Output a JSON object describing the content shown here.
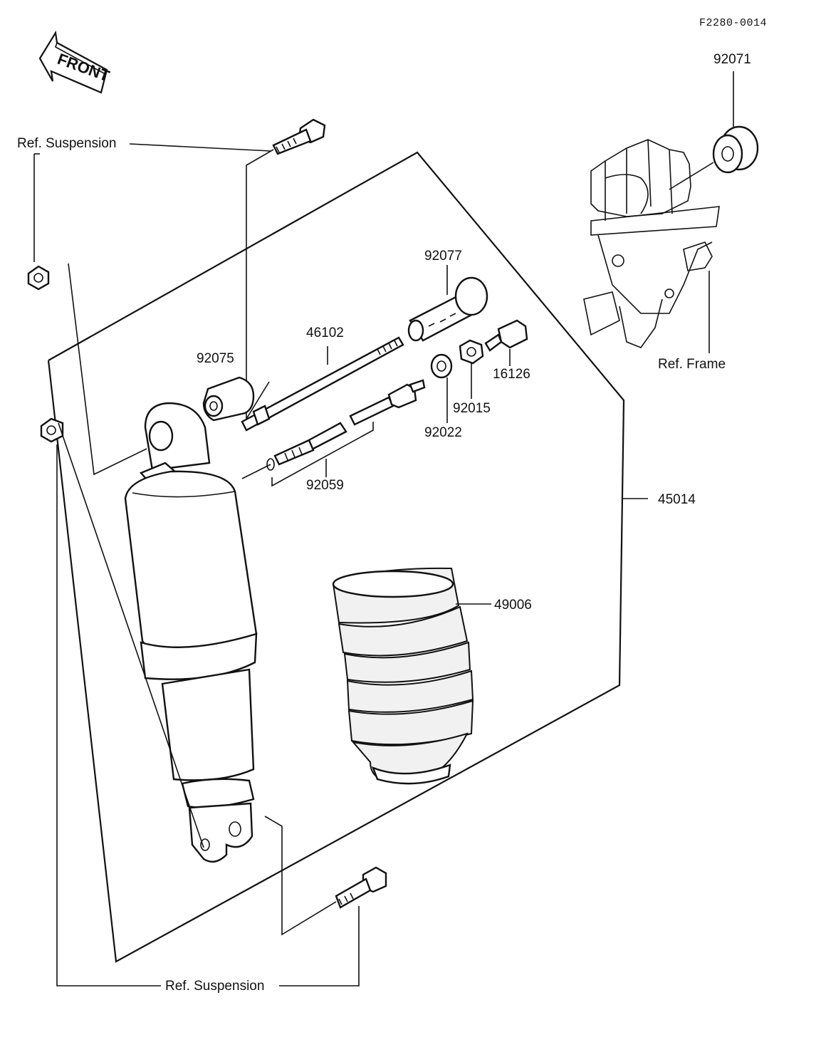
{
  "drawing_code": "F2280-0014",
  "front_badge": {
    "text": "FRONT",
    "icon": "front-arrow-icon"
  },
  "labels": {
    "ref_suspension_top": "Ref. Suspension",
    "ref_suspension_bottom": "Ref. Suspension",
    "ref_frame": "Ref. Frame",
    "p92071": "92071",
    "p92077": "92077",
    "p46102": "46102",
    "p92075": "92075",
    "p16126": "16126",
    "p92015": "92015",
    "p92022": "92022",
    "p92059": "92059",
    "p45014": "45014",
    "p49006": "49006"
  }
}
